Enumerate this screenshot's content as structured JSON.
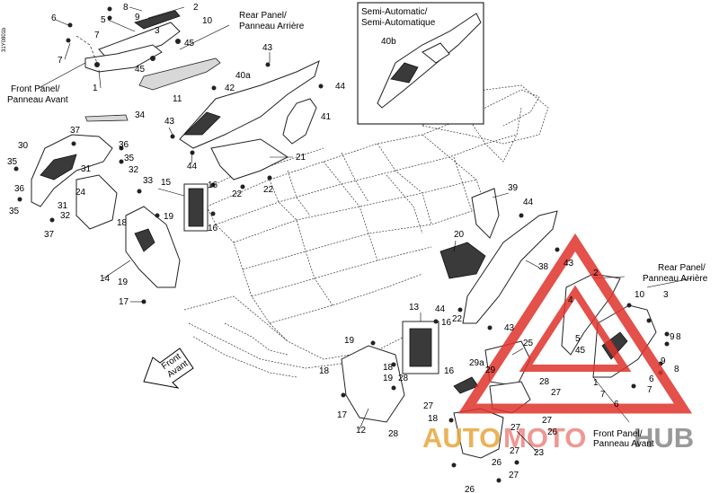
{
  "doc_code": "31Y0801b",
  "captions": {
    "rear_panel_top": [
      "Rear Panel/",
      "Panneau Arrière"
    ],
    "front_panel_top": [
      "Front Panel/",
      "Panneau Avant"
    ],
    "semi_auto": [
      "Semi-Automatic/",
      "Semi-Automatique"
    ],
    "rear_panel_right": [
      "Rear Panel/",
      "Panneau Arrière"
    ],
    "front_panel_bottom": [
      "Front Panel/",
      "Panneau Avant"
    ],
    "front_arrow": [
      "Front",
      "Avant"
    ]
  },
  "labels": {
    "l_8a": "8",
    "l_2a": "2",
    "l_6a": "6",
    "l_5a": "5",
    "l_9a": "9",
    "l_10a": "10",
    "l_3a": "3",
    "l_7a": "7",
    "l_45a": "45",
    "l_7b": "7",
    "l_45b": "45",
    "l_1a": "1",
    "l_11": "11",
    "l_42": "42",
    "l_43a": "43",
    "l_40a": "40a",
    "l_44a": "44",
    "l_41": "41",
    "l_34": "34",
    "l_43b": "43",
    "l_44b": "44",
    "l_21": "21",
    "l_40b": "40b",
    "l_30": "30",
    "l_37a": "37",
    "l_36a": "36",
    "l_35a": "35",
    "l_31a": "31",
    "l_35b": "35",
    "l_32a": "32",
    "l_36b": "36",
    "l_24": "24",
    "l_33": "33",
    "l_22a": "22",
    "l_22b": "22",
    "l_35c": "35",
    "l_31b": "31",
    "l_32b": "32",
    "l_37b": "37",
    "l_15": "15",
    "l_16a": "16",
    "l_16b": "16",
    "l_18a": "18",
    "l_19a": "19",
    "l_14": "14",
    "l_19b": "19",
    "l_17a": "17",
    "l_39": "39",
    "l_44c": "44",
    "l_43c": "43",
    "l_20": "20",
    "l_38": "38",
    "l_43d": "43",
    "l_44d": "44",
    "l_22c": "22",
    "l_13": "13",
    "l_16c": "16",
    "l_19c": "19",
    "l_16d": "16",
    "l_18b": "18",
    "l_19d": "19",
    "l_28a": "28",
    "l_17b": "17",
    "l_12": "12",
    "l_27a": "27",
    "l_18c": "18",
    "l_28b": "28",
    "l_29a": "29a",
    "l_29": "29",
    "l_25": "25",
    "l_27b": "27",
    "l_27c": "27",
    "l_27d": "27",
    "l_23": "23",
    "l_26a": "26",
    "l_26b": "26",
    "l_27e": "27",
    "l_27f": "27",
    "l_26c": "26",
    "l_2b": "2",
    "l_4": "4",
    "l_10b": "10",
    "l_3b": "3",
    "l_9b": "9",
    "l_8b": "8",
    "l_5b": "5",
    "l_45c": "45",
    "l_9c": "9",
    "l_8c": "8",
    "l_1b": "1",
    "l_6b": "6",
    "l_7c": "7",
    "l_7d": "7",
    "l_6c": "6",
    "l_28c": "28"
  },
  "watermark": {
    "left": "AUTO",
    "right": "HUB",
    "middle": "MOTO",
    "color_triangle": "#e0322b",
    "color_text": "#e8a53a"
  }
}
